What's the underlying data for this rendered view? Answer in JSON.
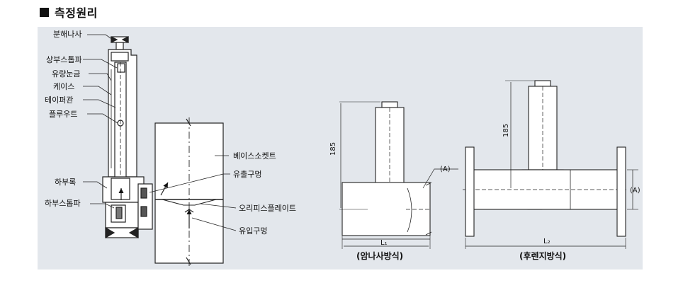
{
  "section": {
    "title": "측정원리"
  },
  "labels": {
    "separate_nut": "분해나사",
    "upper_stopper": "상부스톱파",
    "flow_scale": "유량눈금",
    "case": "케이스",
    "taper_tube": "테이퍼관",
    "float": "플루우트",
    "lower_block": "하부록",
    "lower_stopper": "하부스톱파",
    "base_socket": "베이스소켓트",
    "outlet_hole": "유출구멍",
    "orifice_plate": "오리피스플레이트",
    "inlet_hole": "유입구멍"
  },
  "threaded": {
    "caption": "(암나사방식)",
    "dim_height": "185",
    "dim_length": "L₁",
    "mark_a": "(A)"
  },
  "flanged": {
    "caption": "(후렌지방식)",
    "dim_height": "185",
    "dim_length": "L₂",
    "mark_a": "(A)"
  }
}
